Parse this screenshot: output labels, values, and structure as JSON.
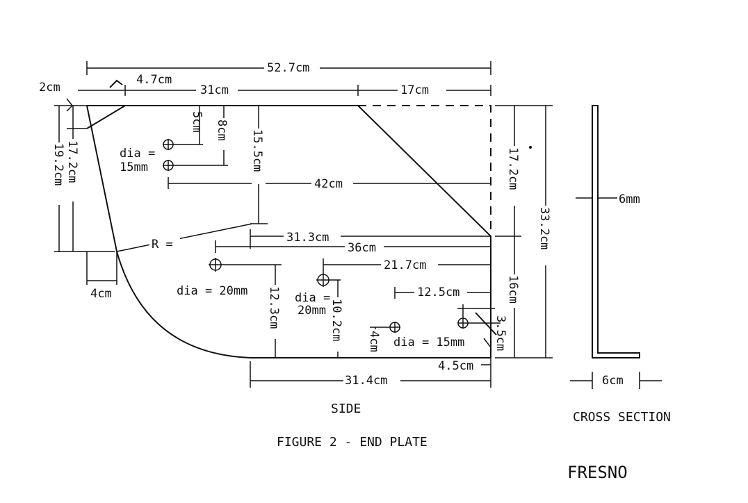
{
  "dimensions": {
    "overall_width": "52.7cm",
    "bevel_width": "4.7cm",
    "bevel_drop": "2cm",
    "top_flat": "31cm",
    "top_dashed": "17cm",
    "left_height_a": "17.2cm",
    "left_height_b": "19.2cm",
    "hole_5": "5cm",
    "hole_8": "8cm",
    "hole_15_5": "15.5cm",
    "hole_42": "42cm",
    "right_upper": "17.2cm",
    "right_total": "33.2cm",
    "right_lower": "16cm",
    "r_313": "31.3cm",
    "r_36": "36cm",
    "r_217": "21.7cm",
    "r_125": "12.5cm",
    "r_35": "3.5cm",
    "b_123": "12.3cm",
    "b_102": "10.2cm",
    "b_4": "4cm",
    "b_45": "4.5cm",
    "bottom_width": "31.4cm",
    "left_4": "4cm",
    "thickness": "6mm",
    "flange": "6cm"
  },
  "labels": {
    "radius": "R =",
    "dia_label": "dia =",
    "dia_15mm": "15mm",
    "dia_20mm_1": "dia = 20mm",
    "dia_20mm_2a": "dia =",
    "dia_20mm_2b": "20mm",
    "dia_15mm_2": "dia = 15mm"
  },
  "captions": {
    "side": "SIDE",
    "cross_section": "CROSS SECTION",
    "figure": "FIGURE 2 - END PLATE",
    "location": "FRESNO"
  }
}
